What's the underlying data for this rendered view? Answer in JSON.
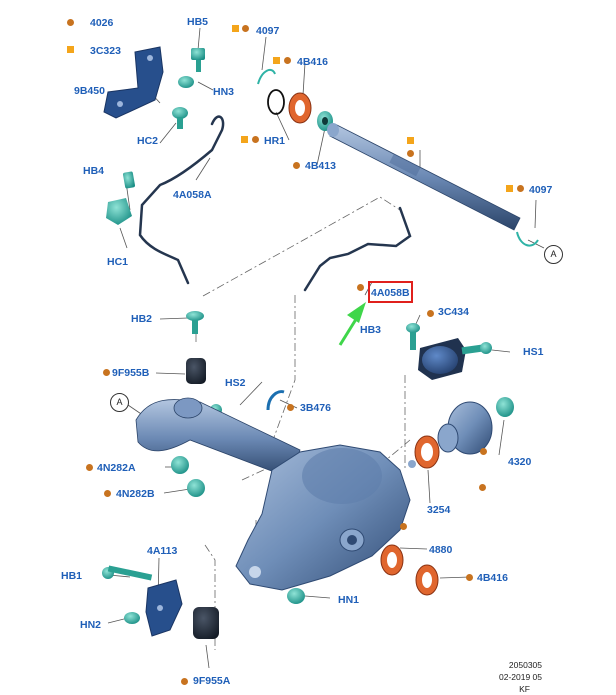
{
  "legend": {
    "circle_code": "4026",
    "square_code": "3C323"
  },
  "callout_letter": "A",
  "highlighted_part": "4A058B",
  "parts": {
    "hb5": "HB5",
    "hn3": "HN3",
    "b9b450": "9B450",
    "hc2": "HC2",
    "p4097_top": "4097",
    "p4b416_top": "4B416",
    "hr1": "HR1",
    "p4b413": "4B413",
    "p4097_right": "4097",
    "hb4": "HB4",
    "p4a058a": "4A058A",
    "hc1": "HC1",
    "p4a058b": "4A058B",
    "hb3": "HB3",
    "p3c434": "3C434",
    "hs1": "HS1",
    "hb2": "HB2",
    "p9f955b": "9F955B",
    "hs2": "HS2",
    "p3b476": "3B476",
    "p4n282a": "4N282A",
    "p4n282b": "4N282B",
    "p4320": "4320",
    "p3254": "3254",
    "p4880": "4880",
    "p4b416_bottom": "4B416",
    "p4a113": "4A113",
    "hb1": "HB1",
    "hn2": "HN2",
    "hn1": "HN1",
    "p9f955a": "9F955A"
  },
  "footer": {
    "line1": "2050305",
    "line2": "02-2019 05",
    "line3": "KF"
  },
  "colors": {
    "label": "#1f5fb8",
    "dot": "#c8731f",
    "square": "#f4a51b",
    "highlight": "#e0201c",
    "arrow": "#3fd64a",
    "metal": "#6f8eb8",
    "teal": "#2fb3a6",
    "seal": "#e0662e"
  }
}
